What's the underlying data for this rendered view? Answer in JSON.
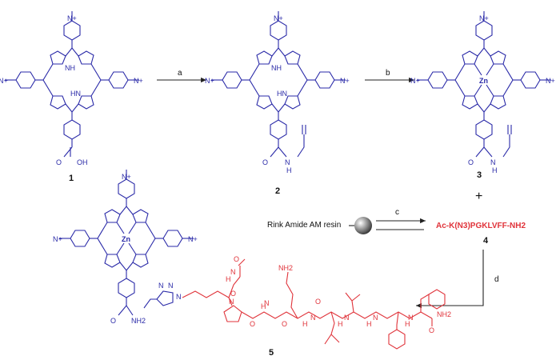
{
  "compounds": {
    "c1": "1",
    "c2": "2",
    "c3": "3",
    "c4": "4",
    "c5": "5"
  },
  "arrows": {
    "a": "a",
    "b": "b",
    "c": "c",
    "d": "d"
  },
  "reagents": {
    "resin": "Rink Amide AM resin",
    "peptide": "Ac-K(N3)PGKLVFF-NH2",
    "plus": "+"
  },
  "atoms": {
    "zn": "Zn",
    "nh": "NH",
    "hn": "HN",
    "n": "N",
    "oh": "OH",
    "o": "O",
    "h": "H",
    "nh2": "NH2",
    "n_plus": "N+"
  },
  "colors": {
    "porphyrin": "#2a2aa8",
    "peptide": "#e0333a",
    "text": "#111111"
  }
}
